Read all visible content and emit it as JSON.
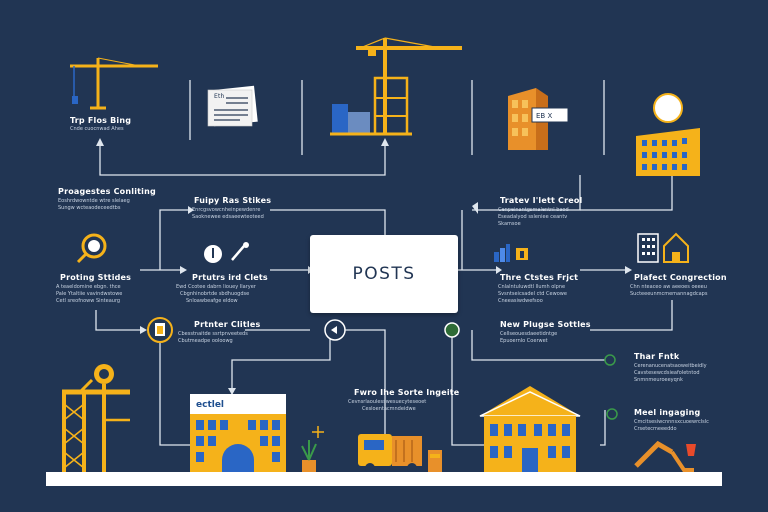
{
  "center": {
    "label": "POSTS"
  },
  "nodes": [
    {
      "id": "top-left",
      "title": "Trp Flos Bing",
      "sub": [
        "Cnde cuocnwad Ahes",
        ""
      ]
    },
    {
      "id": "left-1",
      "title": "Proagestes Conliting",
      "sub": [
        "Eoshrdwowntde wtre slelaeg",
        "Sungw wcteaodeceedtbs"
      ]
    },
    {
      "id": "left-2",
      "title": "Proting Sttides",
      "sub": [
        "A teaeldomine ebgn. thce",
        "Pale Ytaltiie vavindwstowe",
        "Cetl sreofnoww Sinteaurg"
      ]
    },
    {
      "id": "mid-1",
      "title": "Fuipy Ras Stikes",
      "sub": [
        "Enrcgsvowcnheinpewdenre",
        "Saoknewee edsaeewteoteed"
      ]
    },
    {
      "id": "mid-2",
      "title": "Prtutrs ird Clets",
      "sub": [
        "Ewd Ccotee dabrn liouey Ilaryer",
        "Cbgnhinobrtde sbdhuogdse",
        "Snloawbeafge eldow"
      ]
    },
    {
      "id": "mid-3",
      "title": "Prtnter Clitles",
      "sub": [
        "Cbesstnaitde ssrtpnveeteds",
        "Cbutmeadpe ooloowg"
      ]
    },
    {
      "id": "right-1",
      "title": "Tratev I'lett Creol",
      "sub": [
        "Cenpeinantgsmalentnl baod",
        "Eseadalyod ssleniee ceantv",
        "Skamsoe"
      ]
    },
    {
      "id": "right-2",
      "title": "Thre Ctstes Frjct",
      "sub": [
        "Cnlalntuluwdtl Ilumh olpne",
        "Svsntseicsadel ctd Cewowe",
        "Cneeasiwdwefsoo"
      ]
    },
    {
      "id": "right-3",
      "title": "New Plugse Sottles",
      "sub": [
        "Cellseouesdaeetidntge",
        "Epuoernlo Coerwet"
      ]
    },
    {
      "id": "far-right-1",
      "title": "Plafect Congrection",
      "sub": [
        "Chn nteaceo aw aeeoes oeeeu",
        "Sucteeeunmcmemannagdcaps"
      ]
    },
    {
      "id": "bottom-right-1",
      "title": "Thar Fntk",
      "sub": [
        "Cerenanucenatsaoweitbeidly",
        "Cavstesewcdsieafoletntod",
        "Snmnmeuroeeyqnk"
      ]
    },
    {
      "id": "bottom-right-2",
      "title": "Meel ingaging",
      "sub": [
        "Cmcitsesiwcnnnsxcuoewrclslc",
        "Crsetecmeeeddo"
      ]
    },
    {
      "id": "bottom-mid",
      "title": "Fwro Ihe Sorte Ingeite",
      "sub": [
        "Cevnsrlaoulesswesuecyteseoet",
        "Cesloentacmndeidwe"
      ]
    }
  ],
  "sign": {
    "label": "ectlel"
  },
  "document_icon": {
    "label": "Eth"
  },
  "tag_icon": {
    "label": "EB X"
  },
  "colors": {
    "background": "#213553",
    "accent": "#f5b21a",
    "line": "#dfe6ee",
    "blue": "#2a66c5",
    "orange": "#e8902a"
  }
}
